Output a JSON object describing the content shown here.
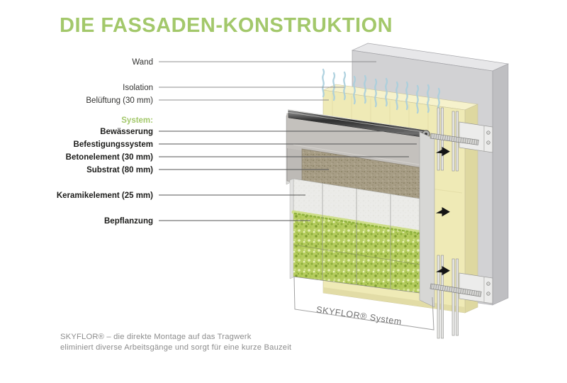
{
  "title": "DIE FASSADEN-KONSTRUKTION",
  "labels": {
    "wand": "Wand",
    "isolation": "Isolation",
    "belueftung": "Belüftung (30 mm)",
    "system_heading": "System:",
    "bewaesserung": "Bewässerung",
    "befestigungssystem": "Befestigungssystem",
    "betonelement": "Betonelement (30 mm)",
    "substrat": "Substrat (80 mm)",
    "keramikelement": "Keramikelement (25 mm)",
    "bepflanzung": "Bepflanzung"
  },
  "diagram": {
    "dimension_label": "SKYFLOR® System"
  },
  "caption": {
    "line1": "SKYFLOR® – die direkte Montage auf das Tragwerk",
    "line2": "eliminiert diverse Arbeitsgänge und sorgt für eine kurze Bauzeit"
  },
  "colors": {
    "accent_green": "#a3c86b",
    "wall_gray": "#d2d2d4",
    "insulation_yellow": "#efeab6",
    "substrate_brown": "#a79d85",
    "ceramic_white": "#ebebe8",
    "plant_green": "#b9cf62",
    "ventilation_blue": "#a9cfdd",
    "arrow_black": "#141414"
  }
}
